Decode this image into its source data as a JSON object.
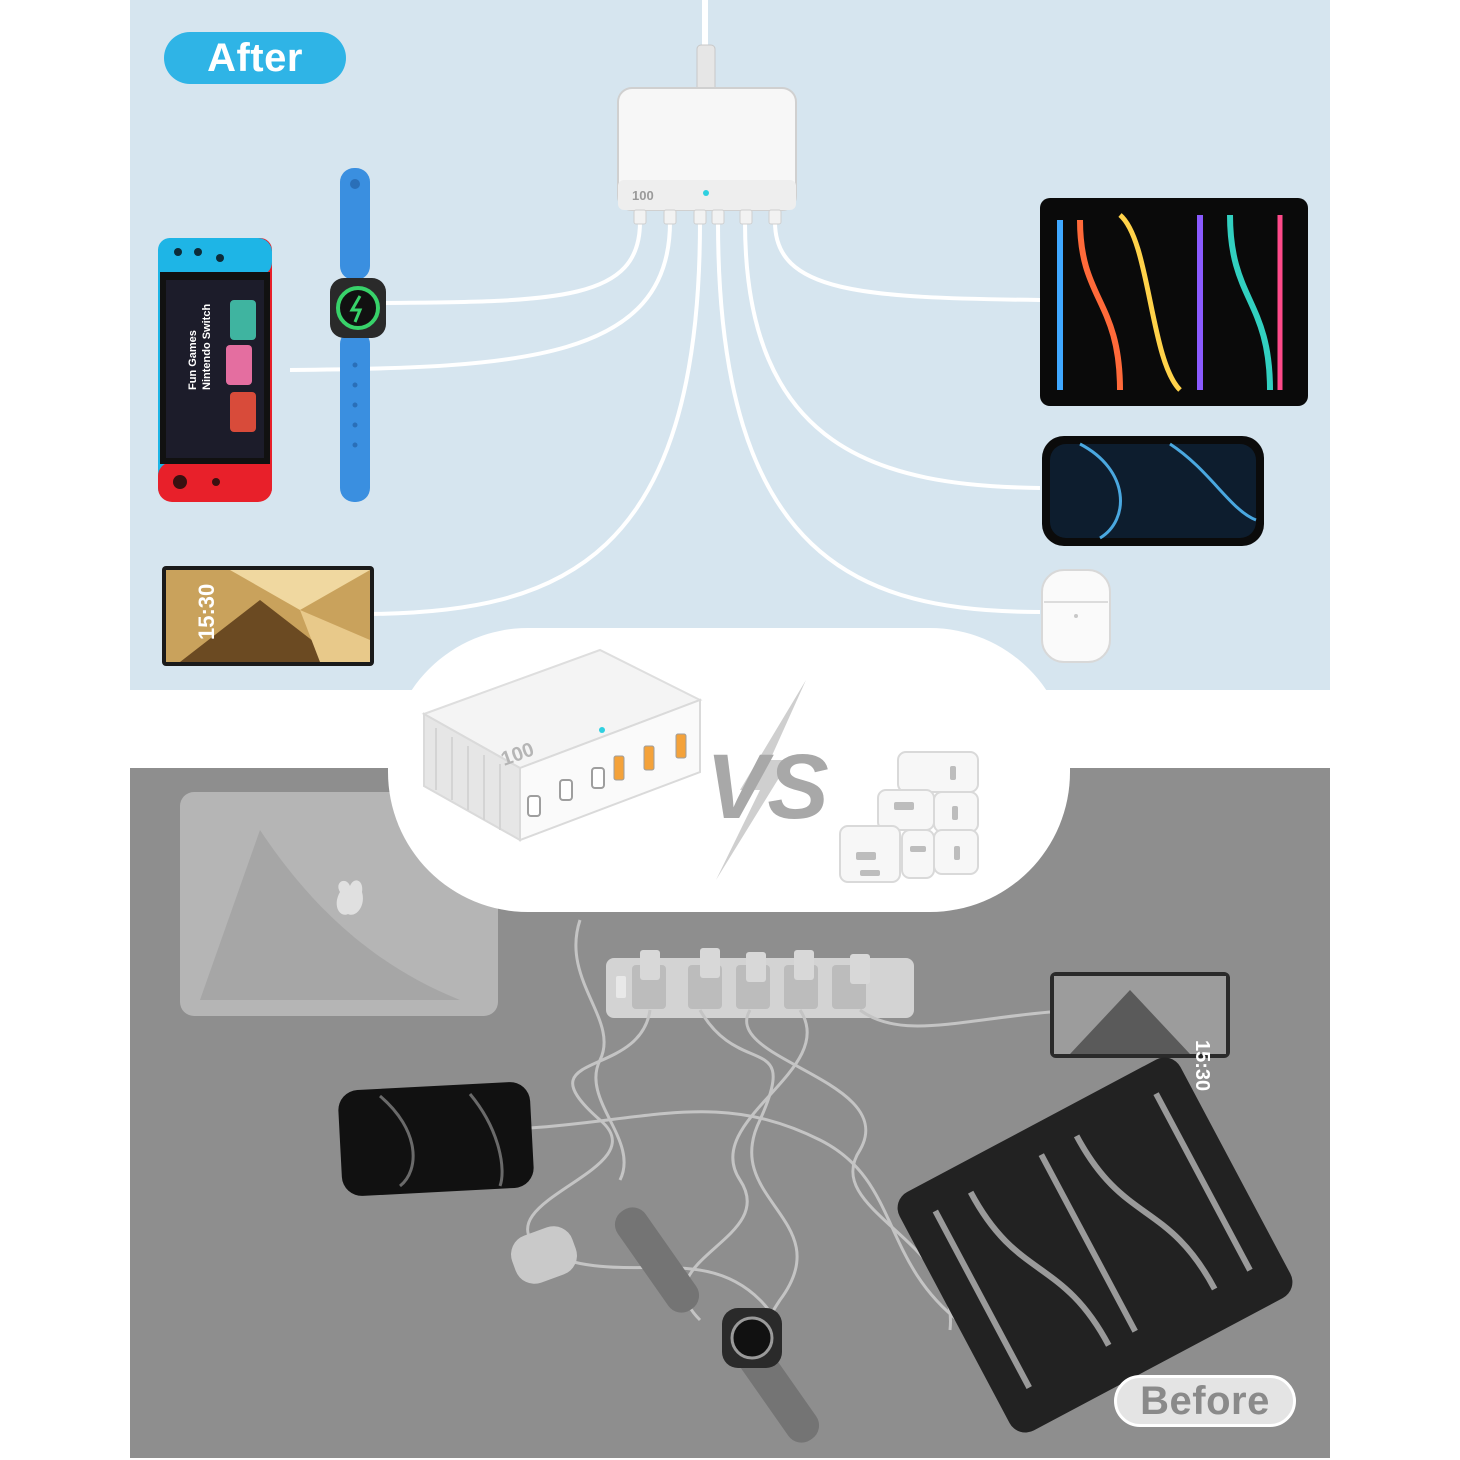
{
  "badges": {
    "after": "After",
    "before": "Before"
  },
  "versus": {
    "label": "VS"
  },
  "charger": {
    "wattage": "100"
  },
  "devices": {
    "switch_text": [
      "Fun Games",
      "Nintendo Switch"
    ],
    "phone_time": "15:30"
  },
  "colors": {
    "after_bg": "#d6e5ef",
    "before_bg": "#8e8e8e",
    "accent_blue": "#2fb4e6",
    "switch_blue": "#1eb5e6",
    "switch_red": "#e8202a",
    "watch_band": "#3a8fe0",
    "charge_green": "#38d26a"
  }
}
